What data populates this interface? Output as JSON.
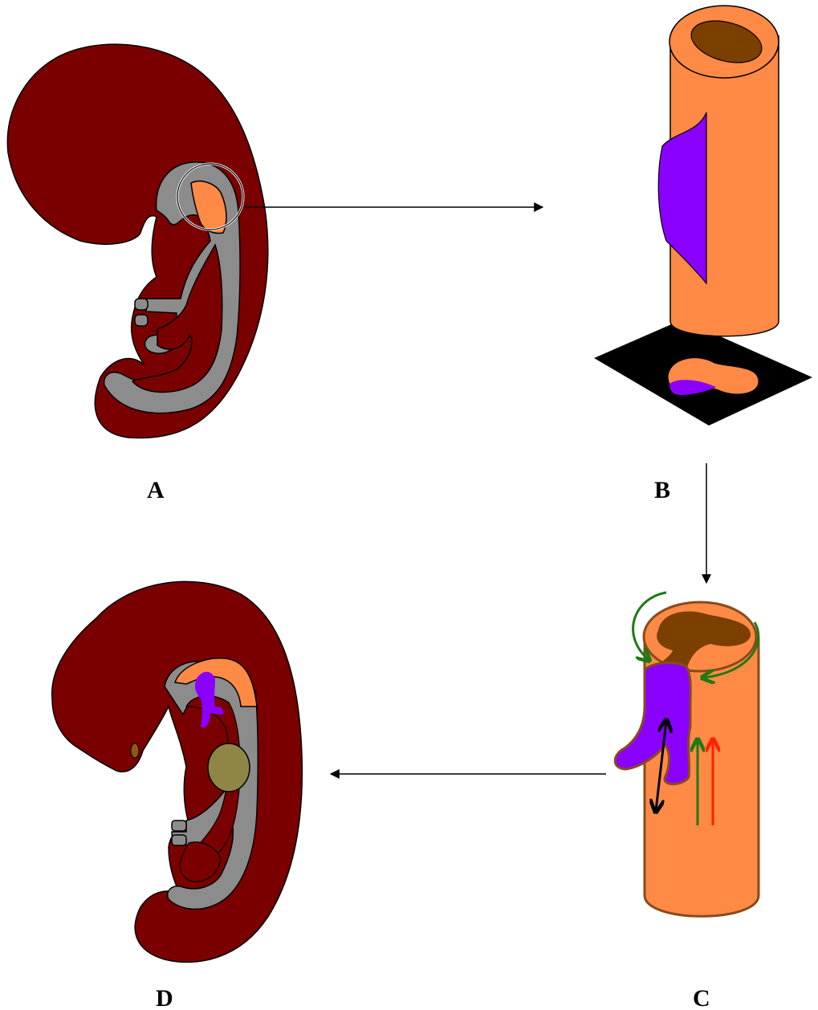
{
  "labels": {
    "a": "A",
    "b": "B",
    "c": "C",
    "d": "D"
  },
  "colors": {
    "embryo_body": "#7a0000",
    "gut_tube": "#8c8c8c",
    "tube_outer": "#ff8a45",
    "tube_lumen": "#7b3f00",
    "outgrowth": "#8a00ff",
    "organ_rudiment": "#8f8545",
    "section_plate": "#000000",
    "rotation_arrow": "#1f7a14",
    "growth_arrow_red": "#ff2200",
    "growth_arrow_black": "#000000"
  },
  "icons": [
    "arrow-right",
    "arrow-down",
    "arrow-left",
    "rotation-arrow",
    "bidirectional-arrow"
  ]
}
